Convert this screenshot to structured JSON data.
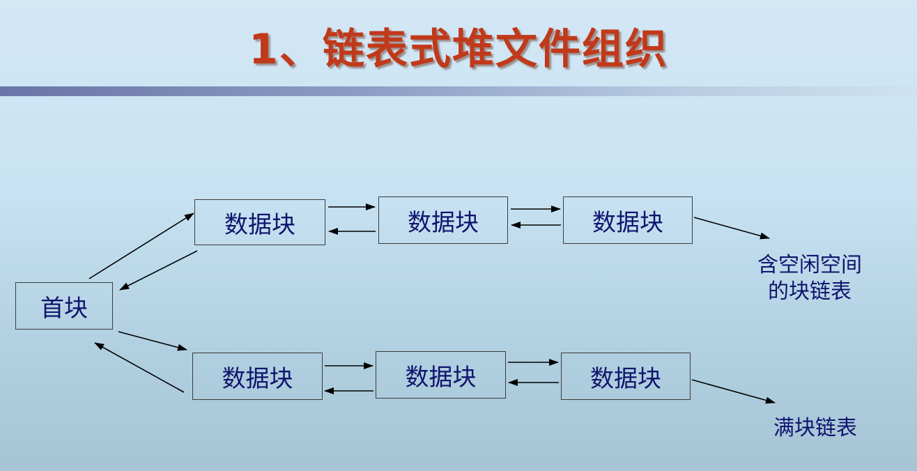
{
  "slide": {
    "title": "1、链表式堆文件组织"
  },
  "diagram": {
    "head_block": "首块",
    "top_chain": [
      "数据块",
      "数据块",
      "数据块"
    ],
    "bottom_chain": [
      "数据块",
      "数据块",
      "数据块"
    ],
    "top_label_line1": "含空闲空间",
    "top_label_line2": "的块链表",
    "bottom_label": "满块链表"
  }
}
